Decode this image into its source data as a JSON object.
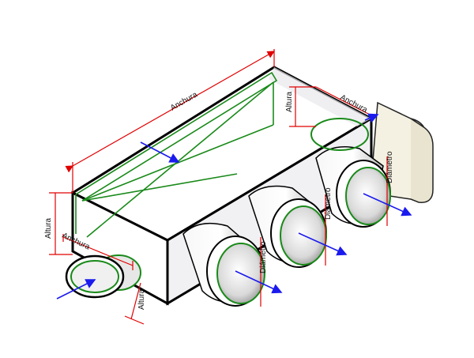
{
  "labels": {
    "width_top": "Anchura",
    "width_right": "Anchura",
    "width_left": "Anchura",
    "height_left": "Altura",
    "height_right": "Altura",
    "height_small": "Altura",
    "diameter_1": "Diámetro",
    "diameter_2": "Diámetro",
    "diameter_3": "Diámetro"
  },
  "colors": {
    "dimension": "#e00000",
    "outline": "#000000",
    "edge_highlight": "#1a8a1a",
    "axis_arrow": "#1a1aee",
    "box_face_light": "#ffffff",
    "box_face_mid": "#f1f1f4",
    "box_face_dark": "#c9c9cd",
    "cap_fill": "#f4f1e2"
  }
}
